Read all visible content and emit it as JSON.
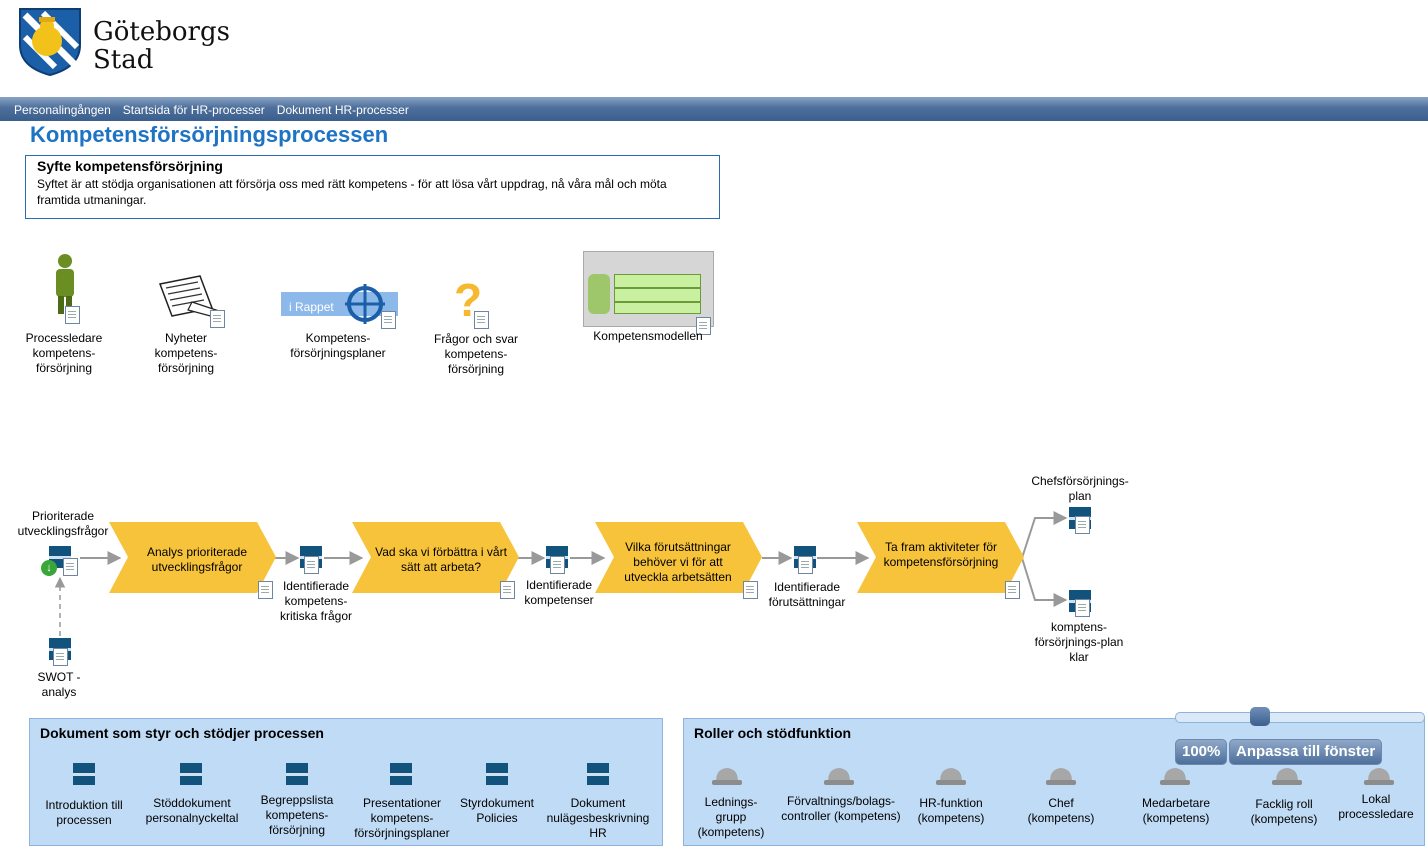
{
  "header": {
    "org_line1": "Göteborgs",
    "org_line2": "Stad"
  },
  "nav": {
    "items": [
      "Personalingången",
      "Startsida för HR-processer",
      "Dokument HR-processer"
    ]
  },
  "page": {
    "title": "Kompetensförsörjningsprocessen"
  },
  "purpose": {
    "heading": "Syfte kompetensförsörjning",
    "text": "Syftet är att stödja organisationen att försörja oss med rätt kompetens - för att lösa vårt uppdrag, nå våra mål och möta framtida utmaningar."
  },
  "tiles": [
    {
      "label": "Processledare kompetens-försörjning"
    },
    {
      "label": "Nyheter kompetens-försörjning"
    },
    {
      "label": "Kompetens-försörjningsplaner",
      "banner": "i Rappet"
    },
    {
      "label": "Frågor och svar kompetens-försörjning"
    },
    {
      "label": "Kompetensmodellen"
    }
  ],
  "process": {
    "start_event": "Prioriterade utvecklingsfrågor",
    "input_event": "SWOT - analys",
    "steps": [
      "Analys prioriterade utvecklingsfrågor",
      "Vad ska vi förbättra i vårt sätt att arbeta?",
      "Vilka förutsättningar behöver vi för att utveckla arbetsätten",
      "Ta fram aktiviteter för kompetensförsörjning"
    ],
    "outputs": [
      "Identifierade kompetens-kritiska frågor",
      "Identifierade kompetenser",
      "Identifierade förutsättningar"
    ],
    "end_upper": "Chefsförsörjnings-plan",
    "end_lower": "komptens-försörjnings-plan klar"
  },
  "documents_panel": {
    "heading": "Dokument som styr och stödjer processen",
    "items": [
      "Introduktion till processen",
      "Stöddokument personalnyckeltal",
      "Begreppslista kompetens-försörjning",
      "Presentationer kompetens-försörjningsplaner",
      "Styrdokument Policies",
      "Dokument nulägesbeskrivning HR"
    ]
  },
  "roles_panel": {
    "heading": "Roller och stödfunktion",
    "items": [
      "Lednings-grupp (kompetens)",
      "Förvaltnings/bolags-controller (kompetens)",
      "HR-funktion (kompetens)",
      "Chef (kompetens)",
      "Medarbetare (kompetens)",
      "Facklig roll (kompetens)",
      "Lokal processledare"
    ]
  },
  "zoom": {
    "percent": "100%",
    "fit": "Anpassa till fönster"
  },
  "colors": {
    "title_blue": "#1f73c4",
    "step_yellow": "#f7c33b",
    "doc_navy": "#12537e",
    "panel_blue": "#c0dbf5"
  }
}
